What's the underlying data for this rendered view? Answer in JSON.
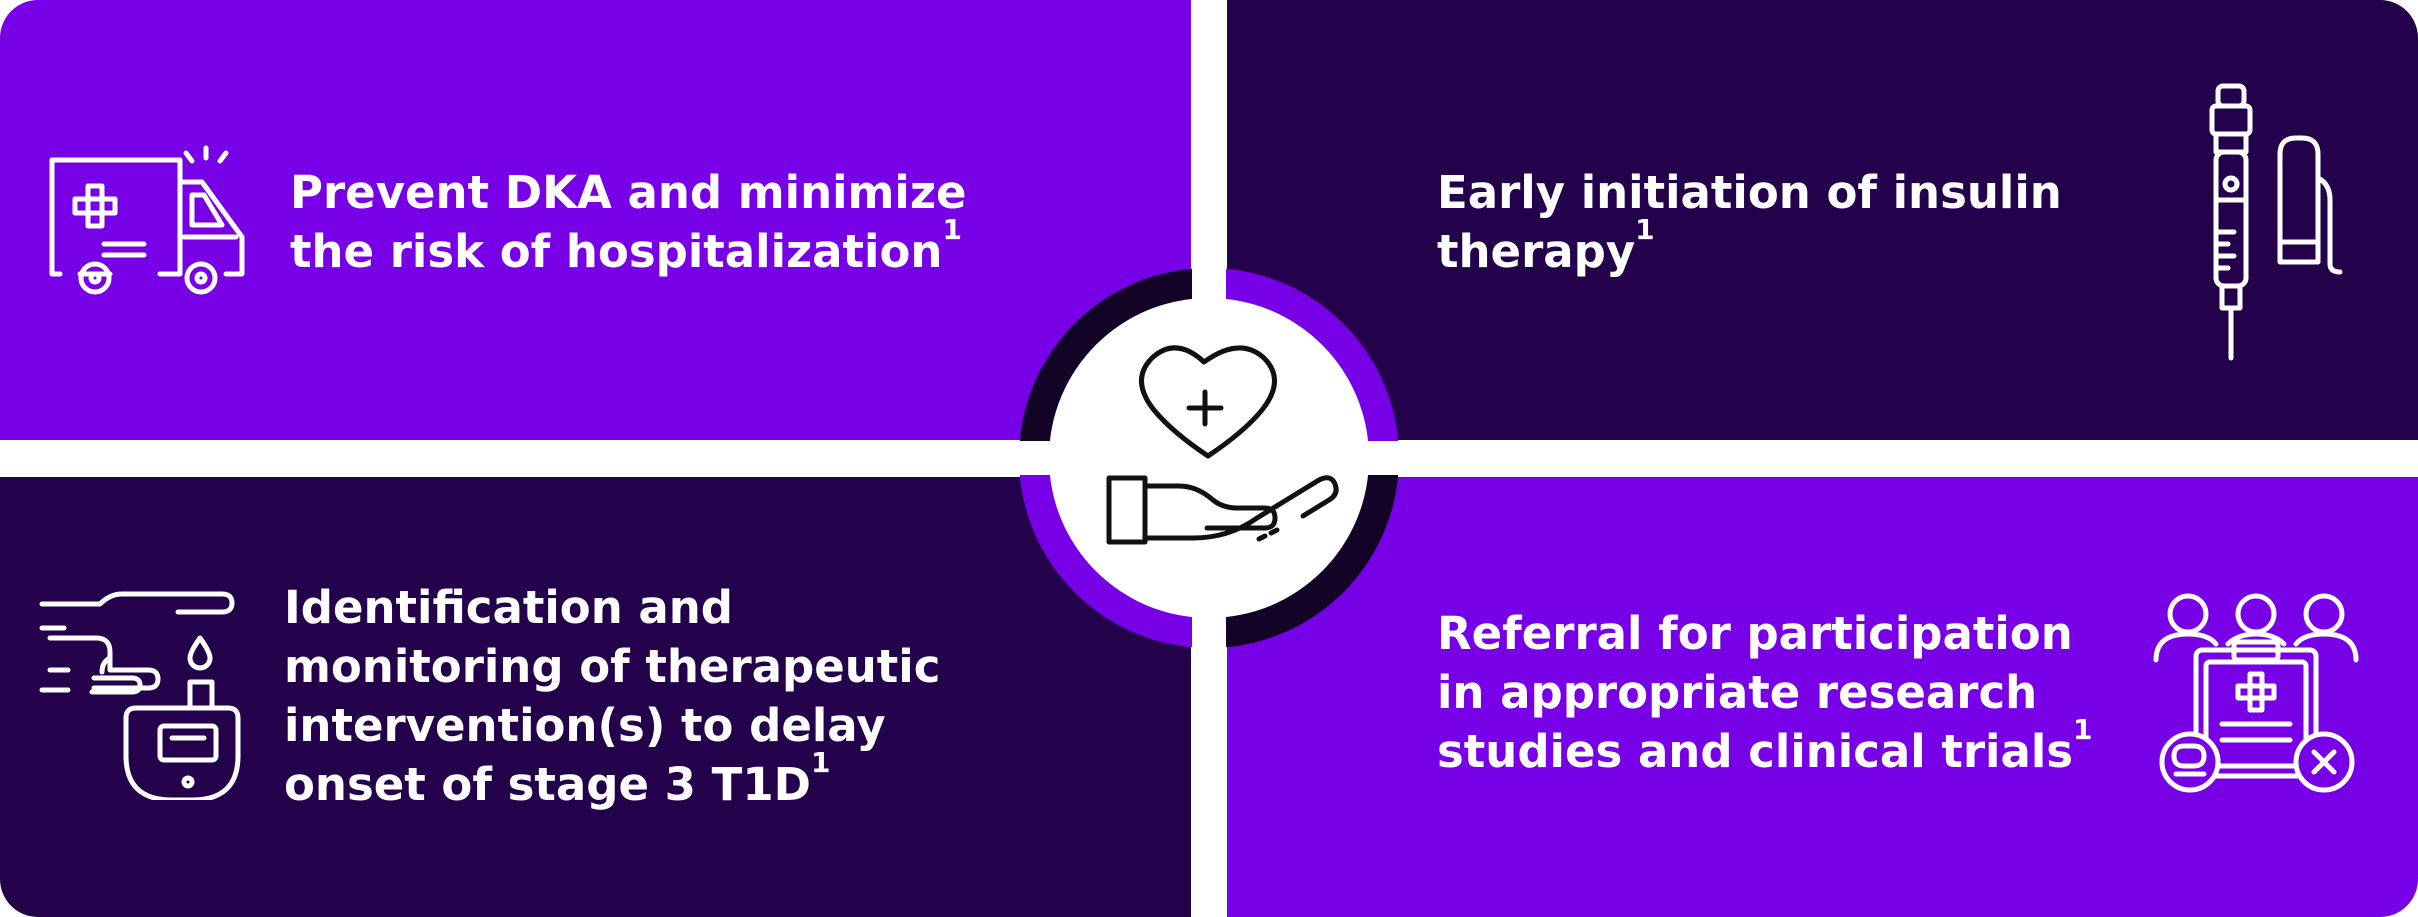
{
  "colors": {
    "purple": "#7700e6",
    "dark": "#24024b",
    "ring_dark": "#130327",
    "white": "#ffffff",
    "icon_dark": "#111111"
  },
  "quadrants": {
    "top_left": {
      "lines": [
        "Prevent DKA and minimize",
        "the risk of hospitalization"
      ],
      "sup": "1",
      "icon": "ambulance-icon"
    },
    "top_right": {
      "lines": [
        "Early initiation of insulin",
        "therapy"
      ],
      "sup": "1",
      "icon": "insulin-pen-icon"
    },
    "bottom_left": {
      "lines": [
        "Identification and",
        "monitoring of therapeutic",
        "intervention(s) to delay",
        "onset of stage 3 T1D"
      ],
      "sup": "1",
      "icon": "glucose-meter-icon"
    },
    "bottom_right": {
      "lines": [
        "Referral for participation",
        "in appropriate research",
        "studies and clinical trials"
      ],
      "sup": "1",
      "icon": "clinical-trial-icon"
    }
  },
  "center": {
    "icon": "heart-in-hand-icon"
  }
}
